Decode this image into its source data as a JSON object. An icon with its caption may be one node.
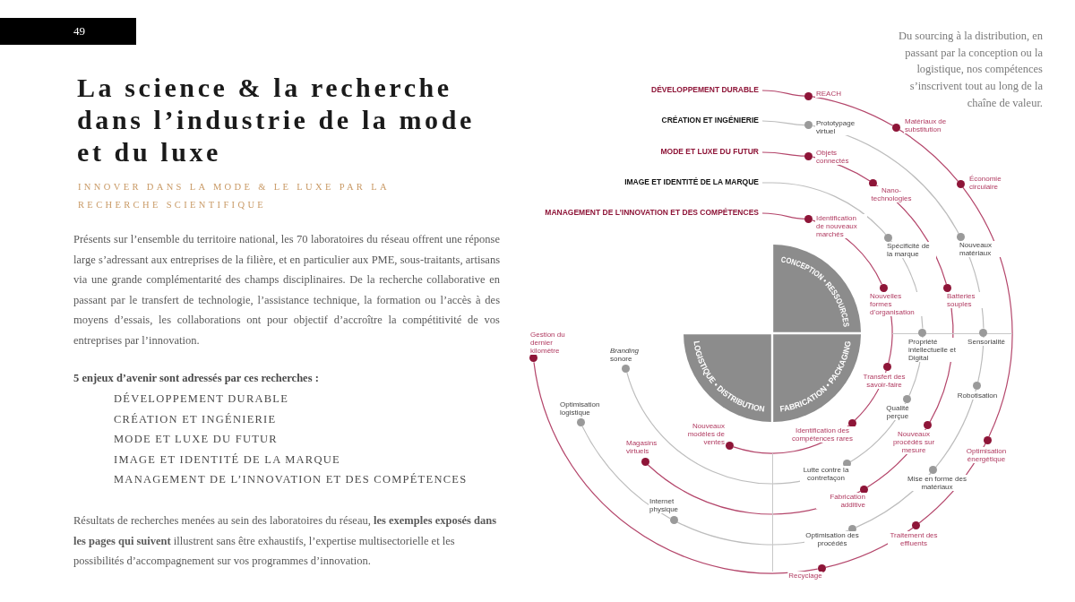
{
  "diagram": {
    "title": "La science & la recherche dans l’industrie de la mode et du luxe",
    "nodes": [
      {
        "text": [
          "DÉVELOPPEMENT DURABLE"
        ]
      },
      {
        "text": [
          "CRÉATION ET INGÉNIERIE"
        ]
      },
      {
        "text": [
          "MODE ET LUXE DU FUTUR"
        ]
      },
      {
        "text": [
          "IMAGE ET IDENTITÉ DE LA MARQUE"
        ]
      },
      {
        "text": [
          "MANAGEMENT DE L’INNOVATION ET DES COMPÉTENCES"
        ]
      },
      {
        "text": [
          "CONCEPTION • RESSOURCES"
        ]
      },
      {
        "text": [
          "FABRICATION • PACKAGING"
        ]
      },
      {
        "text": [
          "LOGISTIQUE • DISTRIBUTION"
        ]
      },
      {
        "text": [],
        "shape": "circle",
        "beside": [
          "REACH"
        ]
      },
      {
        "text": [],
        "shape": "circle",
        "beside": [
          "Matériaux de substitution"
        ]
      },
      {
        "text": [],
        "shape": "circle",
        "beside": [
          "Économie circulaire"
        ]
      },
      {
        "text": [],
        "shape": "circle",
        "beside": [
          "Optimisation énergétique"
        ]
      },
      {
        "text": [],
        "shape": "circle",
        "beside": [
          "Traitement des effluents"
        ]
      },
      {
        "text": [],
        "shape": "circle",
        "beside": [
          "Recyclage"
        ]
      },
      {
        "text": [],
        "shape": "circle",
        "beside": [
          "Gestion du dernier kilomètre"
        ]
      },
      {
        "text": [],
        "shape": "circle",
        "beside": [
          "Prototypage virtuel"
        ]
      },
      {
        "text": [],
        "shape": "circle",
        "beside": [
          "Nouveaux matériaux"
        ]
      },
      {
        "text": [],
        "shape": "circle",
        "beside": [
          "Sensorialité"
        ]
      },
      {
        "text": [],
        "shape": "circle",
        "beside": [
          "Robotisation"
        ]
      },
      {
        "text": [],
        "shape": "circle",
        "beside": [
          "Mise en forme des matériaux"
        ]
      },
      {
        "text": [],
        "shape": "circle",
        "beside": [
          "Optimisation des procédés"
        ]
      },
      {
        "text": [],
        "shape": "circle",
        "beside": [
          "Internet physique"
        ]
      },
      {
        "text": [],
        "shape": "circle",
        "beside": [
          "Optimisation logistique"
        ]
      },
      {
        "text": [],
        "shape": "circle",
        "beside": [
          "Objets connectés"
        ]
      },
      {
        "text": [],
        "shape": "circle",
        "beside": [
          "Nano-technologies"
        ]
      },
      {
        "text": [],
        "shape": "circle",
        "beside": [
          "Batteries souples"
        ]
      },
      {
        "text": [],
        "shape": "circle",
        "beside": [
          "Nouveaux procédés sur mesure"
        ]
      },
      {
        "text": [],
        "shape": "circle",
        "beside": [
          "Fabrication additive"
        ]
      },
      {
        "text": [],
        "shape": "circle",
        "beside": [
          "Magasins virtuels"
        ]
      },
      {
        "text": [],
        "shape": "circle",
        "beside": [
          "Spécificité de la marque"
        ]
      },
      {
        "text": [],
        "shape": "circle",
        "beside": [
          "Propriété intellectuelle et Digital"
        ]
      },
      {
        "text": [],
        "shape": "circle",
        "beside": [
          "Qualité perçue"
        ]
      },
      {
        "text": [],
        "shape": "circle",
        "beside": [
          "Lutte contre la contrefaçon"
        ]
      },
      {
        "text": [],
        "shape": "circle",
        "beside": [
          "*Branding* sonore"
        ]
      },
      {
        "text": [],
        "shape": "circle",
        "beside": [
          "Identification de nouveaux marchés"
        ]
      },
      {
        "text": [],
        "shape": "circle",
        "beside": [
          "Nouvelles formes d’organisation"
        ]
      },
      {
        "text": [],
        "shape": "circle",
        "beside": [
          "Transfert des savoir-faire"
        ]
      },
      {
        "text": [],
        "shape": "circle",
        "beside": [
          "Identification des compétences rares"
        ]
      },
      {
        "text": [],
        "shape": "circle",
        "beside": [
          "Nouveaux modèles de ventes"
        ]
      }
    ],
    "edges": [
      {
        "from": 0,
        "to": 8,
        "arrow": "none"
      },
      {
        "from": 8,
        "to": 9,
        "arrow": "none"
      },
      {
        "from": 9,
        "to": 10,
        "arrow": "none"
      },
      {
        "from": 10,
        "to": 11,
        "arrow": "none"
      },
      {
        "from": 11,
        "to": 12,
        "arrow": "none"
      },
      {
        "from": 12,
        "to": 13,
        "arrow": "none"
      },
      {
        "from": 13,
        "to": 14,
        "arrow": "none"
      },
      {
        "from": 1,
        "to": 15,
        "arrow": "none",
        "color": "#bdbdbd"
      },
      {
        "from": 15,
        "to": 16,
        "arrow": "none",
        "color": "#bdbdbd"
      },
      {
        "from": 16,
        "to": 17,
        "arrow": "none",
        "color": "#bdbdbd"
      },
      {
        "from": 17,
        "to": 18,
        "arrow": "none",
        "color": "#bdbdbd"
      },
      {
        "from": 18,
        "to": 19,
        "arrow": "none",
        "color": "#bdbdbd"
      },
      {
        "from": 19,
        "to": 20,
        "arrow": "none",
        "color": "#bdbdbd"
      },
      {
        "from": 20,
        "to": 21,
        "arrow": "none",
        "color": "#bdbdbd"
      },
      {
        "from": 21,
        "to": 22,
        "arrow": "none",
        "color": "#bdbdbd"
      },
      {
        "from": 2,
        "to": 23,
        "arrow": "none"
      },
      {
        "from": 23,
        "to": 24,
        "arrow": "none"
      },
      {
        "from": 24,
        "to": 25,
        "arrow": "none"
      },
      {
        "from": 25,
        "to": 26,
        "arrow": "none"
      },
      {
        "from": 26,
        "to": 27,
        "arrow": "none"
      },
      {
        "from": 27,
        "to": 28,
        "arrow": "none"
      },
      {
        "from": 3,
        "to": 29,
        "arrow": "none",
        "color": "#bdbdbd"
      },
      {
        "from": 29,
        "to": 30,
        "arrow": "none",
        "color": "#bdbdbd"
      },
      {
        "from": 30,
        "to": 31,
        "arrow": "none",
        "color": "#bdbdbd"
      },
      {
        "from": 31,
        "to": 32,
        "arrow": "none",
        "color": "#bdbdbd"
      },
      {
        "from": 32,
        "to": 33,
        "arrow": "none",
        "color": "#bdbdbd"
      },
      {
        "from": 4,
        "to": 34,
        "arrow": "none"
      },
      {
        "from": 34,
        "to": 35,
        "arrow": "none"
      },
      {
        "from": 35,
        "to": 36,
        "arrow": "none"
      },
      {
        "from": 36,
        "to": 37,
        "arrow": "none"
      },
      {
        "from": 37,
        "to": 38,
        "arrow": "none"
      }
    ],
    "labels": [
      "49",
      "INNOVER DANS LA MODE & LE LUXE PAR LA RECHERCHE SCIENTIFIQUE",
      "Présents sur l’ensemble du territoire national, les 70 laboratoires du réseau offrent une réponse large s’adressant aux entreprises de la filière, et en particulier aux PME, sous-traitants, artisans via une grande complémentarité des champs disciplinaires. De la recherche collaborative en passant par le transfert de technologie, l’assistance technique, la formation ou l’accès à des moyens d’essais, les collaborations ont pour objectif d’accroître la compétitivité de vos entreprises par l’innovation.",
      "5 enjeux d’avenir sont adressés par ces recherches :",
      "DÉVELOPPEMENT DURABLE",
      "CRÉATION ET INGÉNIERIE",
      "MODE ET LUXE DU FUTUR",
      "IMAGE ET IDENTITÉ DE LA MARQUE",
      "MANAGEMENT DE L’INNOVATION ET DES COMPÉTENCES",
      "Résultats de recherches menées au sein des laboratoires du réseau, **les exemples exposés dans les pages qui suivent** illustrent sans être exhaustifs, l’expertise multisectorielle et les possibilités d’accompagnement sur vos programmes d’innovation.",
      "Du sourcing à la distribution, en passant par la conception ou la logistique, nos compétences s’inscrivent tout au long de la chaîne de valeur."
    ]
  }
}
